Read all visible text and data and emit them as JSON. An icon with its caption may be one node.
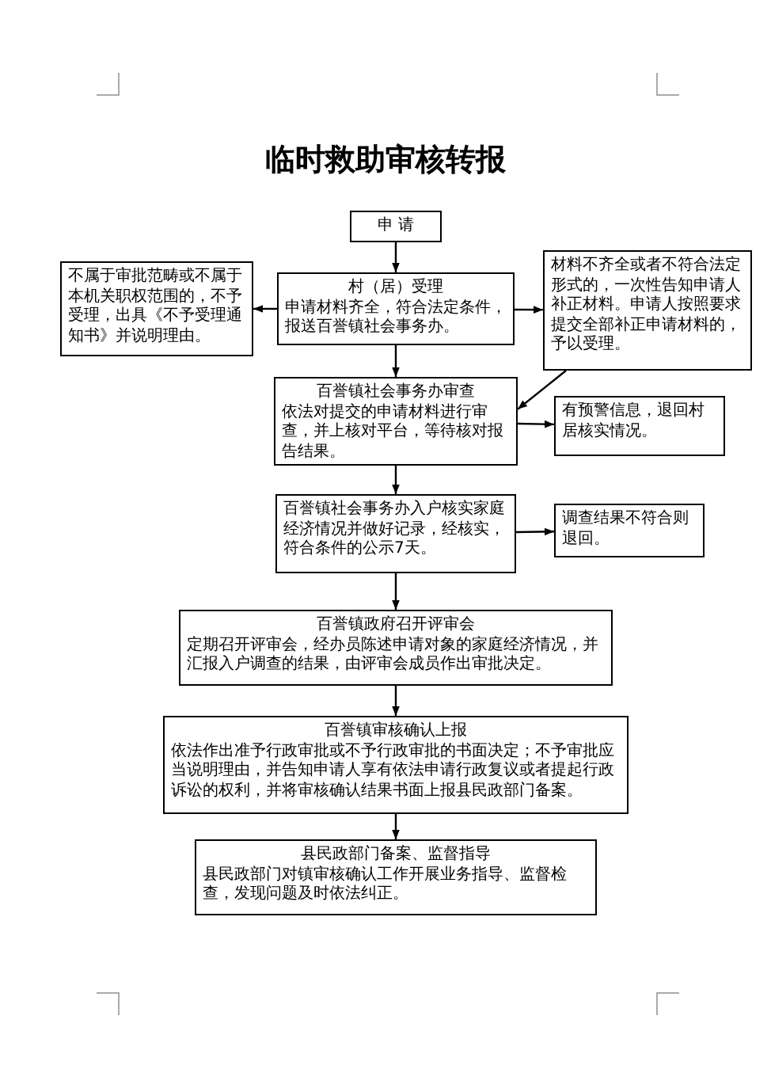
{
  "diagram": {
    "title": "临时救助审核转报",
    "nodes": [
      {
        "text": [
          "申 请"
        ]
      },
      {
        "text": [
          "村（居）受理",
          "申请材料齐全，符合法定条件，报送百誉镇社会事务办。"
        ]
      },
      {
        "text": [
          "不属于审批范畴或不属于本机关职权范围的，不予受理，出具《不予受理通知书》并说明理由。"
        ]
      },
      {
        "text": [
          "材料不齐全或者不符合法定形式的，一次性告知申请人补正材料。申请人按照要求提交全部补正申请材料的，予以受理。"
        ]
      },
      {
        "text": [
          "百誉镇社会事务办审查",
          "依法对提交的申请材料进行审查，并上核对平台，等待核对报告结果。"
        ]
      },
      {
        "text": [
          "有预警信息，退回村居核实情况。"
        ]
      },
      {
        "text": [
          "百誉镇社会事务办入户核实家庭经济情况并做好记录，经核实，符合条件的公示7天。"
        ]
      },
      {
        "text": [
          "调查结果不符合则退回。"
        ]
      },
      {
        "text": [
          "百誉镇政府召开评审会",
          "定期召开评审会，经办员陈述申请对象的家庭经济情况，并汇报入户调查的结果，由评审会成员作出审批决定。"
        ]
      },
      {
        "text": [
          "百誉镇审核确认上报",
          "依法作出准予行政审批或不予行政审批的书面决定；不予审批应当说明理由，并告知申请人享有依法申请行政复议或者提起行政诉讼的权利，并将审核确认结果书面上报县民政部门备案。"
        ]
      },
      {
        "text": [
          "县民政部门备案、监督指导",
          "县民政部门对镇审核确认工作开展业务指导、监督检查，发现问题及时依法纠正。"
        ]
      }
    ],
    "edges": [
      {
        "from": 0,
        "to": 1,
        "arrow": "to"
      },
      {
        "from": 1,
        "to": 2,
        "arrow": "to"
      },
      {
        "from": 1,
        "to": 3,
        "arrow": "to"
      },
      {
        "from": 3,
        "to": 4,
        "arrow": "to"
      },
      {
        "from": 1,
        "to": 4,
        "arrow": "to"
      },
      {
        "from": 4,
        "to": 5,
        "arrow": "to"
      },
      {
        "from": 4,
        "to": 6,
        "arrow": "to"
      },
      {
        "from": 6,
        "to": 7,
        "arrow": "to"
      },
      {
        "from": 6,
        "to": 8,
        "arrow": "to"
      },
      {
        "from": 8,
        "to": 9,
        "arrow": "to"
      },
      {
        "from": 9,
        "to": 10,
        "arrow": "to"
      }
    ]
  }
}
